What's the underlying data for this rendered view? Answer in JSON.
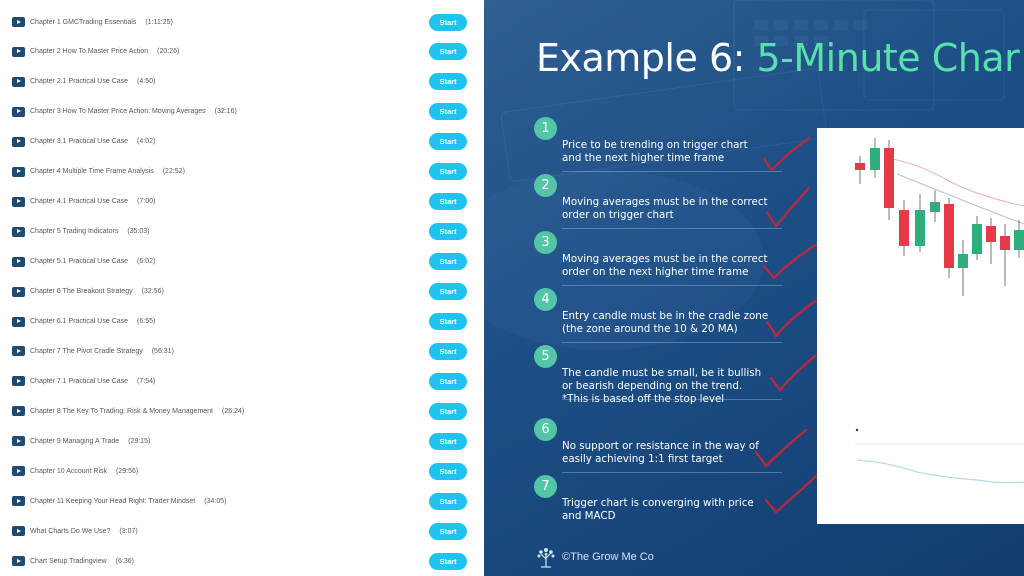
{
  "playlist": {
    "items": [
      {
        "title": "Chapter 1 GMCTrading Essentials",
        "duration": "(1:11:25)",
        "button": "Start"
      },
      {
        "title": "Chapter 2 How To Master Price Action",
        "duration": "(20:26)",
        "button": "Start"
      },
      {
        "title": "Chapter 2.1 Practical Use Case",
        "duration": "(4:50)",
        "button": "Start"
      },
      {
        "title": "Chapter 3 How To Master Price Action: Moving Averages",
        "duration": "(32:16)",
        "button": "Start"
      },
      {
        "title": "Chapter 3.1 Practical Use Case",
        "duration": "(4:02)",
        "button": "Start"
      },
      {
        "title": "Chapter 4 Multiple Time Frame Analysis",
        "duration": "(22:52)",
        "button": "Start"
      },
      {
        "title": "Chapter 4.1 Practical Use Case",
        "duration": "(7:00)",
        "button": "Start"
      },
      {
        "title": "Chapter 5 Trading Indicators",
        "duration": "(35:03)",
        "button": "Start"
      },
      {
        "title": "Chapter 5.1 Practical Use Case",
        "duration": "(6:02)",
        "button": "Start"
      },
      {
        "title": "Chapter 6 The Breakout Strategy",
        "duration": "(32:56)",
        "button": "Start"
      },
      {
        "title": "Chapter 6.1 Practical Use Case",
        "duration": "(6:55)",
        "button": "Start"
      },
      {
        "title": "Chapter 7 The Pivot Cradle Strategy",
        "duration": "(56:31)",
        "button": "Start"
      },
      {
        "title": "Chapter 7.1 Practical Use Case",
        "duration": "(7:54)",
        "button": "Start"
      },
      {
        "title": "Chapter 8 The Key To Trading: Risk & Money Management",
        "duration": "(26:24)",
        "button": "Start"
      },
      {
        "title": "Chapter 9 Managing A Trade",
        "duration": "(29:15)",
        "button": "Start"
      },
      {
        "title": "Chapter 10 Account Risk",
        "duration": "(29:56)",
        "button": "Start"
      },
      {
        "title": "Chapter 11 Keeping Your Head Right: Trader Mindset",
        "duration": "(34:05)",
        "button": "Start"
      },
      {
        "title": "What Charts Do We Use?",
        "duration": "(3:07)",
        "button": "Start"
      },
      {
        "title": "Chart Setup Tradingview",
        "duration": "(6:36)",
        "button": "Start"
      }
    ],
    "icon": "play-icon"
  },
  "slide": {
    "title_prefix": "Example 6: ",
    "title_highlight": "5-Minute Char",
    "steps": [
      {
        "number": "1",
        "line1": "Price to be trending on trigger chart",
        "line2": "and the next higher time frame",
        "line3": ""
      },
      {
        "number": "2",
        "line1": "Moving averages must be in the correct",
        "line2": "order on trigger chart",
        "line3": ""
      },
      {
        "number": "3",
        "line1": "Moving averages must be in the correct",
        "line2": "order on the next higher time frame",
        "line3": ""
      },
      {
        "number": "4",
        "line1": "Entry candle must be in the cradle zone",
        "line2": "(the zone around the 10 & 20 MA)",
        "line3": ""
      },
      {
        "number": "5",
        "line1": "The candle must be small, be it bullish",
        "line2": "or bearish depending on the trend.",
        "line3": "*This is based off the stop level"
      },
      {
        "number": "6",
        "line1": "No support or resistance in the way of",
        "line2": "easily achieving 1:1 first target",
        "line3": ""
      },
      {
        "number": "7",
        "line1": "Trigger chart is converging with price",
        "line2": "and MACD",
        "line3": ""
      }
    ],
    "footer": "©The Grow Me Co",
    "colors": {
      "accent": "#58e1ad",
      "number_badge": "#54c6a8",
      "checkmark": "#c0273a",
      "bull": "#2fae7c",
      "bear": "#e53946",
      "start_button": "#1ec3f0"
    }
  }
}
